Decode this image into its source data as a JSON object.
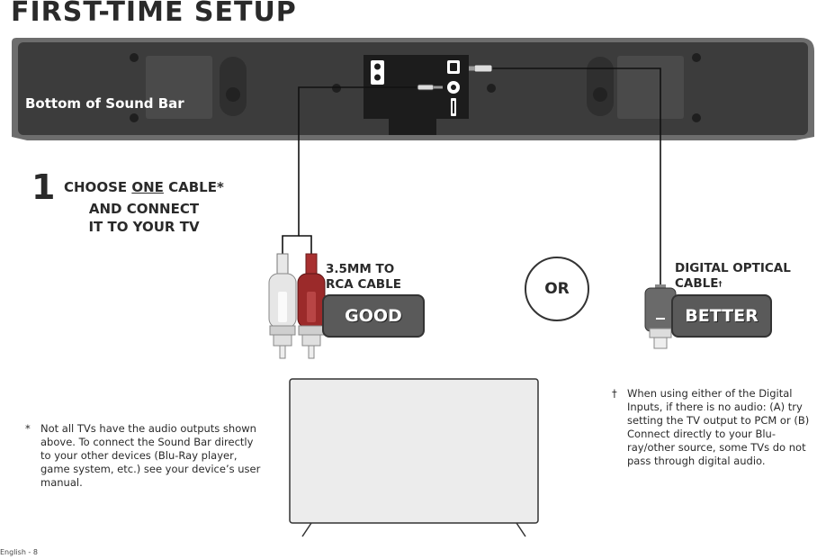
{
  "page": {
    "title": "FIRST-TIME SETUP",
    "footer": "English - 8"
  },
  "soundbar": {
    "label": "Bottom of Sound Bar"
  },
  "step": {
    "number": "1",
    "line1_prefix": "CHOOSE ",
    "line1_emphasis": "ONE",
    "line1_suffix": " CABLE*",
    "line2": "AND CONNECT",
    "line3": "IT TO YOUR TV"
  },
  "options": {
    "rca": {
      "label_line1": "3.5MM TO",
      "label_line2": "RCA CABLE",
      "rating": "GOOD"
    },
    "separator": "OR",
    "optical": {
      "label_line1": "DIGITAL OPTICAL",
      "label_line2": "CABLE",
      "label_mark": "†",
      "rating": "BETTER"
    }
  },
  "notes": {
    "asterisk_mark": "*",
    "asterisk_text": "Not all TVs have the audio outputs shown above. To connect the Sound Bar directly to your other devices (Blu-Ray player, game system, etc.) see your device’s user manual.",
    "dagger_mark": "†",
    "dagger_text": "When using either of the Digital Inputs, if there is no audio: (A) try setting the TV output to PCM or (B) Connect directly to your Blu-ray/other source, some TVs do not pass through digital audio."
  },
  "colors": {
    "soundbar_body": "#3a3a3a",
    "soundbar_edge": "#6d6d6d",
    "badge": "#5a5a5a",
    "rca_red": "#9b2a2a",
    "rca_white": "#e4e4e4"
  }
}
